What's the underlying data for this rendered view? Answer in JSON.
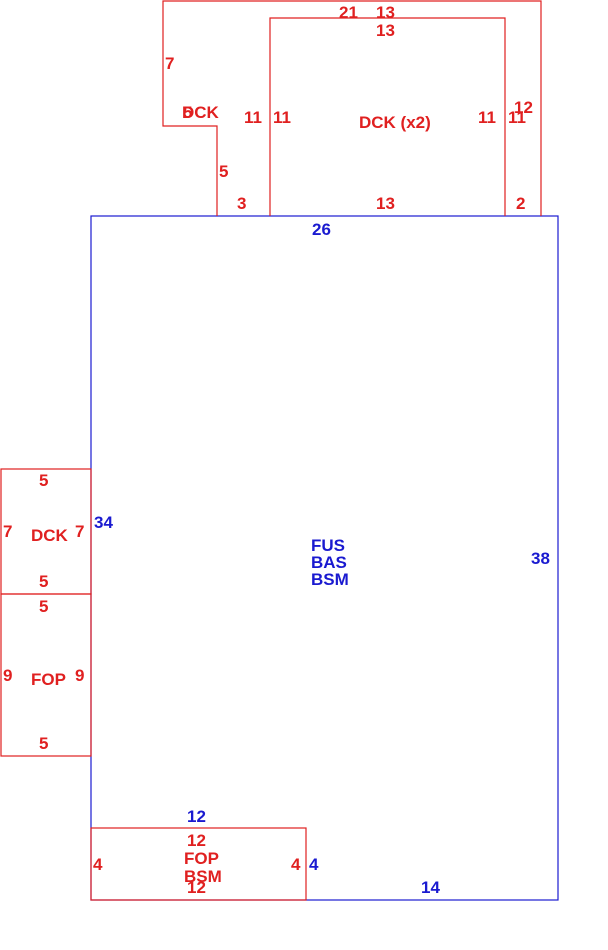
{
  "colors": {
    "addition": "#e02020",
    "main": "#1a1ad0"
  },
  "main": {
    "codes": [
      "FUS",
      "BAS",
      "BSM"
    ],
    "top": "26",
    "left": "34",
    "right": "38",
    "bottom": "14",
    "left_lower": "4",
    "bottom_left": "12"
  },
  "deck_top_left": {
    "label": "DCK",
    "top": "21",
    "left": "7",
    "step_top": "5",
    "step_bottom": "5",
    "bottom": "3",
    "inner": "11"
  },
  "deck_top_right": {
    "label": "DCK (x2)",
    "outer_top": "13",
    "inner_top": "13",
    "bottom": "13",
    "left": "11",
    "right": "11",
    "outer_right": "12",
    "bottom_right": "2"
  },
  "deck_left": {
    "label": "DCK",
    "top": "5",
    "left": "7",
    "right": "7",
    "bottom": "5"
  },
  "porch_left": {
    "label": "FOP",
    "top": "5",
    "left": "9",
    "right": "9",
    "bottom": "5"
  },
  "porch_bottom": {
    "codes": [
      "FOP",
      "BSM"
    ],
    "top": "12",
    "left": "4",
    "right": "4",
    "bottom": "12"
  }
}
